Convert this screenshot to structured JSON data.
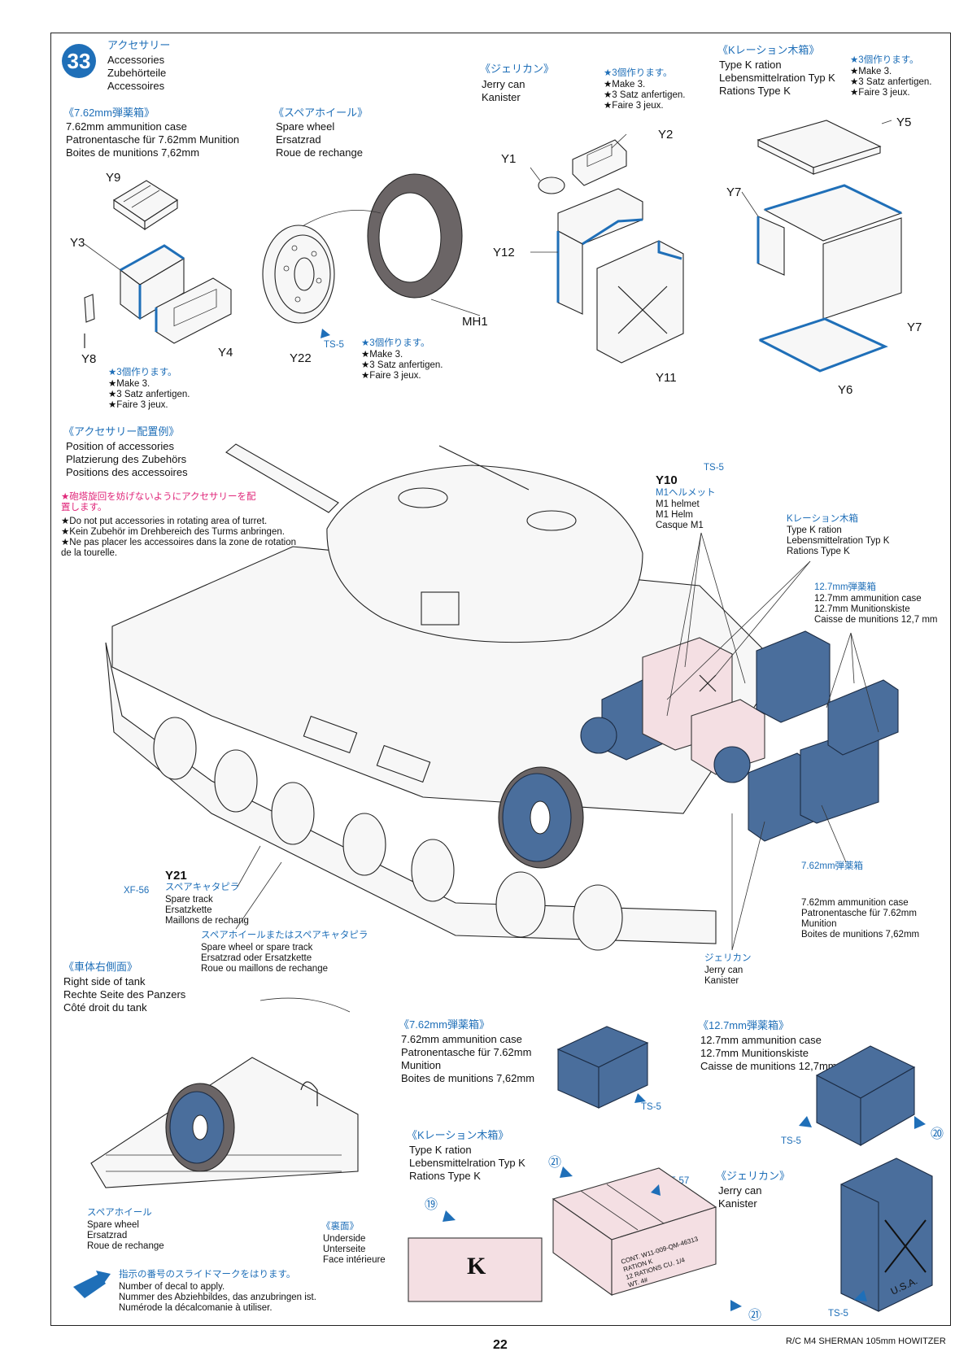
{
  "step": {
    "number": "33",
    "title_jp": "アクセサリー",
    "title_en": "Accessories",
    "title_de": "Zubehörteile",
    "title_fr": "Accessoires"
  },
  "ammo762": {
    "jp": "《7.62mm弾薬箱》",
    "en": "7.62mm ammunition case",
    "de": "Patronentasche für 7.62mm Munition",
    "fr": "Boites de munitions 7,62mm",
    "parts": [
      "Y9",
      "Y3",
      "Y8",
      "Y4"
    ],
    "note_jp": "★3個作ります。",
    "note_en": "★Make 3.",
    "note_de": "★3 Satz anfertigen.",
    "note_fr": "★Faire 3 jeux."
  },
  "spare_wheel": {
    "jp": "《スペアホイール》",
    "en": "Spare wheel",
    "de": "Ersatzrad",
    "fr": "Roue de rechange",
    "parts": [
      "Y22",
      "MH1"
    ],
    "paint": "TS-5",
    "note_jp": "★3個作ります。",
    "note_en": "★Make 3.",
    "note_de": "★3 Satz anfertigen.",
    "note_fr": "★Faire 3 jeux."
  },
  "jerry_can": {
    "jp": "《ジェリカン》",
    "en": "Jerry can",
    "de": "Kanister",
    "parts": [
      "Y1",
      "Y2",
      "Y12",
      "Y11"
    ],
    "note_jp": "★3個作ります。",
    "note_en": "★Make 3.",
    "note_de": "★3 Satz anfertigen.",
    "note_fr": "★Faire 3 jeux."
  },
  "k_ration": {
    "jp": "《Kレーション木箱》",
    "en": "Type K ration",
    "de": "Lebensmittelration Typ K",
    "fr": "Rations Type K",
    "parts": [
      "Y5",
      "Y7",
      "Y7",
      "Y6"
    ],
    "note_jp": "★3個作ります。",
    "note_en": "★Make 3.",
    "note_de": "★3 Satz anfertigen.",
    "note_fr": "★Faire 3 jeux."
  },
  "placement": {
    "jp": "《アクセサリー配置例》",
    "en": "Position of accessories",
    "de": "Platzierung des Zubehörs",
    "fr": "Positions des accessoires",
    "warn_jp": "★砲塔旋回を妨げないようにアクセサリーを配置します。",
    "warn_en": "★Do not put accessories in rotating area of turret.",
    "warn_de": "★Kein Zubehör im Drehbereich des Turms anbringen.",
    "warn_fr": "★Ne pas placer les accessoires dans la zone de rotation de la tourelle."
  },
  "helmet": {
    "part": "Y10",
    "paint": "TS-5",
    "jp": "M1ヘルメット",
    "en": "M1 helmet",
    "de": "M1 Helm",
    "fr": "Casque M1"
  },
  "callout_k": {
    "jp": "Kレーション木箱",
    "en": "Type K ration",
    "de": "Lebensmittelration Typ K",
    "fr": "Rations Type K"
  },
  "callout_127": {
    "jp": "12.7mm弾薬箱",
    "en": "12.7mm ammunition case",
    "de": "12.7mm Munitionskiste",
    "fr": "Caisse de munitions 12,7 mm"
  },
  "callout_762": {
    "jp": "7.62mm弾薬箱",
    "en": "7.62mm ammunition case",
    "de": "Patronentasche für 7.62mm Munition",
    "fr": "Boites de munitions 7,62mm"
  },
  "callout_jerry": {
    "jp": "ジェリカン",
    "en": "Jerry can",
    "de": "Kanister"
  },
  "spare_track": {
    "part": "Y21",
    "paint": "XF-56",
    "jp": "スペアキャタピラ",
    "en": "Spare track",
    "de": "Ersatzkette",
    "fr": "Maillons de rechang"
  },
  "wheel_or_track": {
    "jp": "スペアホイールまたはスペアキャタピラ",
    "en": "Spare wheel or spare track",
    "de": "Ersatzrad oder Ersatzkette",
    "fr": "Roue ou maillons de rechange"
  },
  "right_side": {
    "jp": "《車体右側面》",
    "en": "Right side of tank",
    "de": "Rechte Seite des Panzers",
    "fr": "Côté droit du tank"
  },
  "rs_wheel": {
    "jp": "スペアホイール",
    "en": "Spare wheel",
    "de": "Ersatzrad",
    "fr": "Roue de rechange"
  },
  "underside": {
    "jp": "《裏面》",
    "en": "Underside",
    "de": "Unterseite",
    "fr": "Face intérieure"
  },
  "decal_note": {
    "jp": "指示の番号のスライドマークをはります。",
    "en": "Number of decal to apply.",
    "de": "Nummer des Abziehbildes, das anzubringen ist.",
    "fr": "Numérode la décalcomanie à utiliser."
  },
  "detail_762": {
    "jp": "《7.62mm弾薬箱》",
    "en": "7.62mm ammunition case",
    "de": "Patronentasche für 7.62mm Munition",
    "fr": "Boites de munitions 7,62mm",
    "paint": "TS-5"
  },
  "detail_127": {
    "jp": "《12.7mm弾薬箱》",
    "en": "12.7mm ammunition case",
    "de": "12.7mm Munitionskiste",
    "fr": "Caisse de munitions 12,7mm",
    "paint": "TS-5",
    "decal": "⑳"
  },
  "detail_k": {
    "jp": "《Kレーション木箱》",
    "en": "Type K ration",
    "de": "Lebensmittelration Typ K",
    "fr": "Rations Type K",
    "paint": "XF-57",
    "decal_top": "㉑",
    "decal_side": "⑲",
    "decal_front": "㉑",
    "k_letter": "K",
    "box_text": "CONT. W11-009-QM-46313\nRATION K\n12 RATIONS CU. 1/4\nWT. 4#"
  },
  "detail_jerry": {
    "jp": "《ジェリカン》",
    "en": "Jerry can",
    "de": "Kanister",
    "paint": "TS-5",
    "marking": "U.S.A."
  },
  "page_number": "22",
  "footer": "R/C M4 SHERMAN 105mm HOWITZER",
  "colors": {
    "accent": "#1f6fb8",
    "warning": "#e0277a",
    "paint_blue": "#4a6e9c",
    "ration_pink": "#f4dfe3"
  }
}
